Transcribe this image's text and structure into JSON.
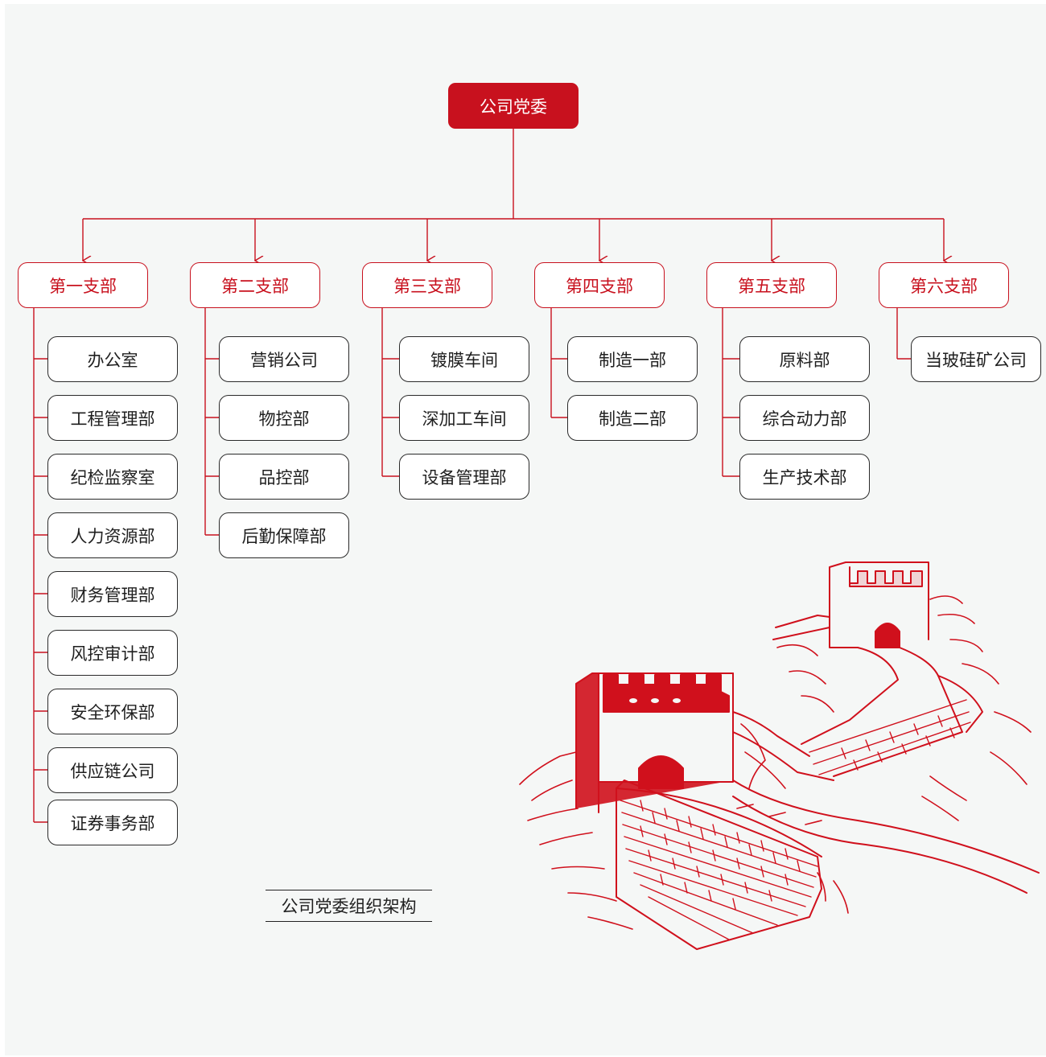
{
  "root": "公司党委",
  "branches": [
    {
      "label": "第一支部",
      "children": [
        "办公室",
        "工程管理部",
        "纪检监察室",
        "人力资源部",
        "财务管理部",
        "风控审计部",
        "安全环保部",
        "供应链公司",
        "证券事务部"
      ]
    },
    {
      "label": "第二支部",
      "children": [
        "营销公司",
        "物控部",
        "品控部",
        "后勤保障部"
      ]
    },
    {
      "label": "第三支部",
      "children": [
        "镀膜车间",
        "深加工车间",
        "设备管理部"
      ]
    },
    {
      "label": "第四支部",
      "children": [
        "制造一部",
        "制造二部"
      ]
    },
    {
      "label": "第五支部",
      "children": [
        "原料部",
        "综合动力部",
        "生产技术部"
      ]
    },
    {
      "label": "第六支部",
      "children": [
        "当玻硅矿公司"
      ]
    }
  ],
  "caption": "公司党委组织架构",
  "illustration": "great-wall-line-art",
  "colors": {
    "accent": "#c8111e",
    "border": "#2a2a2a",
    "background": "#f5f7f6"
  }
}
